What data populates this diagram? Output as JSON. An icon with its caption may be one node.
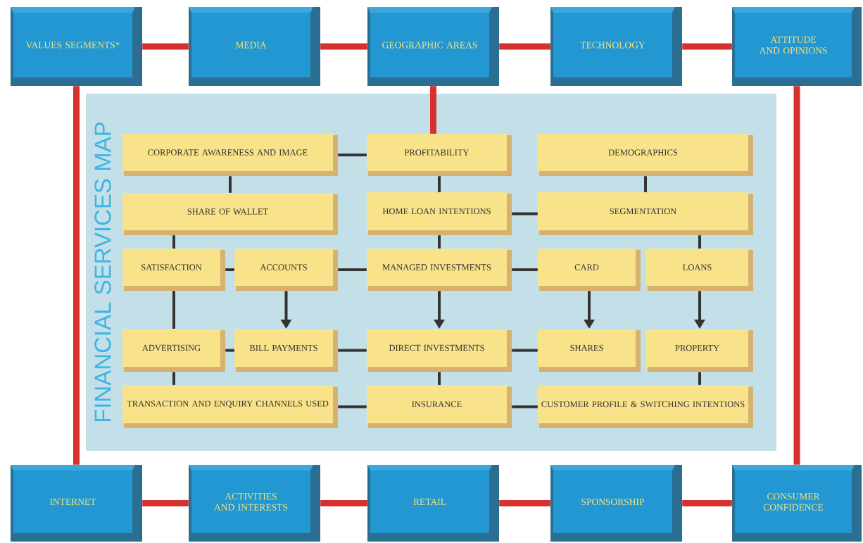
{
  "diagram": {
    "nodes": [
      {
        "text": [
          "VALUES SEGMENTS*"
        ]
      },
      {
        "text": [
          "MEDIA"
        ]
      },
      {
        "text": [
          "GEOGRAPHIC AREAS"
        ]
      },
      {
        "text": [
          "TECHNOLOGY"
        ]
      },
      {
        "text": [
          "ATTITUDE AND OPINIONS"
        ]
      },
      {
        "text": [
          "FINANCIAL SERVICES MAP"
        ]
      },
      {
        "text": [
          "CORPORATE AWARENESS AND IMAGE"
        ],
        "in": 5
      },
      {
        "text": [
          "PROFITABILITY"
        ],
        "in": 5
      },
      {
        "text": [
          "DEMOGRAPHICS"
        ],
        "in": 5
      },
      {
        "text": [
          "SHARE OF WALLET"
        ],
        "in": 5
      },
      {
        "text": [
          "HOME LOAN INTENTIONS"
        ],
        "in": 5
      },
      {
        "text": [
          "SEGMENTATION"
        ],
        "in": 5
      },
      {
        "text": [
          "SATISFACTION"
        ],
        "in": 5
      },
      {
        "text": [
          "ACCOUNTS"
        ],
        "in": 5
      },
      {
        "text": [
          "MANAGED INVESTMENTS"
        ],
        "in": 5
      },
      {
        "text": [
          "CARD"
        ],
        "in": 5
      },
      {
        "text": [
          "LOANS"
        ],
        "in": 5
      },
      {
        "text": [
          "ADVERTISING"
        ],
        "in": 5
      },
      {
        "text": [
          "BILL PAYMENTS"
        ],
        "in": 5
      },
      {
        "text": [
          "DIRECT INVESTMENTS"
        ],
        "in": 5
      },
      {
        "text": [
          "SHARES"
        ],
        "in": 5
      },
      {
        "text": [
          "PROPERTY"
        ],
        "in": 5
      },
      {
        "text": [
          "TRANSACTION AND ENQUIRY CHANNELS USED"
        ],
        "in": 5
      },
      {
        "text": [
          "INSURANCE"
        ],
        "in": 5
      },
      {
        "text": [
          "CUSTOMER PROFILE & SWITCHING INTENTIONS"
        ],
        "in": 5
      },
      {
        "text": [
          "INTERNET"
        ]
      },
      {
        "text": [
          "ACTIVITIES AND INTERESTS"
        ]
      },
      {
        "text": [
          "RETAIL"
        ]
      },
      {
        "text": [
          "SPONSORSHIP"
        ]
      },
      {
        "text": [
          "CONSUMER CONFIDENCE"
        ]
      }
    ],
    "edges": [
      {
        "from": 0,
        "to": 1,
        "arrow": "none",
        "style": "thick",
        "color": "#d6312f"
      },
      {
        "from": 1,
        "to": 2,
        "arrow": "none",
        "style": "thick",
        "color": "#d6312f"
      },
      {
        "from": 2,
        "to": 3,
        "arrow": "none",
        "style": "thick",
        "color": "#d6312f"
      },
      {
        "from": 3,
        "to": 4,
        "arrow": "none",
        "style": "thick",
        "color": "#d6312f"
      },
      {
        "from": 0,
        "to": 25,
        "arrow": "none",
        "style": "thick",
        "color": "#d6312f"
      },
      {
        "from": 2,
        "to": 7,
        "arrow": "none",
        "style": "thick",
        "color": "#d6312f"
      },
      {
        "from": 4,
        "to": 29,
        "arrow": "none",
        "style": "thick",
        "color": "#d6312f"
      },
      {
        "from": 25,
        "to": 26,
        "arrow": "none",
        "style": "thick",
        "color": "#d6312f"
      },
      {
        "from": 26,
        "to": 27,
        "arrow": "none",
        "style": "thick",
        "color": "#d6312f"
      },
      {
        "from": 27,
        "to": 28,
        "arrow": "none",
        "style": "thick",
        "color": "#d6312f"
      },
      {
        "from": 28,
        "to": 29,
        "arrow": "none",
        "style": "thick",
        "color": "#d6312f"
      },
      {
        "from": 6,
        "to": 7,
        "arrow": "none"
      },
      {
        "from": 6,
        "to": 9,
        "arrow": "none"
      },
      {
        "from": 7,
        "to": 10,
        "arrow": "none"
      },
      {
        "from": 8,
        "to": 11,
        "arrow": "none"
      },
      {
        "from": 10,
        "to": 11,
        "arrow": "none"
      },
      {
        "from": 9,
        "to": 12,
        "arrow": "none"
      },
      {
        "from": 10,
        "to": 14,
        "arrow": "none"
      },
      {
        "from": 11,
        "to": 16,
        "arrow": "none"
      },
      {
        "from": 12,
        "to": 13,
        "arrow": "none"
      },
      {
        "from": 13,
        "to": 14,
        "arrow": "none"
      },
      {
        "from": 14,
        "to": 15,
        "arrow": "none"
      },
      {
        "from": 12,
        "to": 17,
        "arrow": "none"
      },
      {
        "from": 13,
        "to": 18,
        "arrow": "to"
      },
      {
        "from": 14,
        "to": 19,
        "arrow": "to"
      },
      {
        "from": 15,
        "to": 20,
        "arrow": "to"
      },
      {
        "from": 16,
        "to": 21,
        "arrow": "to"
      },
      {
        "from": 17,
        "to": 18,
        "arrow": "none"
      },
      {
        "from": 18,
        "to": 19,
        "arrow": "none"
      },
      {
        "from": 19,
        "to": 20,
        "arrow": "none"
      },
      {
        "from": 17,
        "to": 22,
        "arrow": "none"
      },
      {
        "from": 19,
        "to": 23,
        "arrow": "none"
      },
      {
        "from": 21,
        "to": 24,
        "arrow": "none"
      },
      {
        "from": 22,
        "to": 23,
        "arrow": "none"
      },
      {
        "from": 23,
        "to": 24,
        "arrow": "none"
      }
    ]
  }
}
